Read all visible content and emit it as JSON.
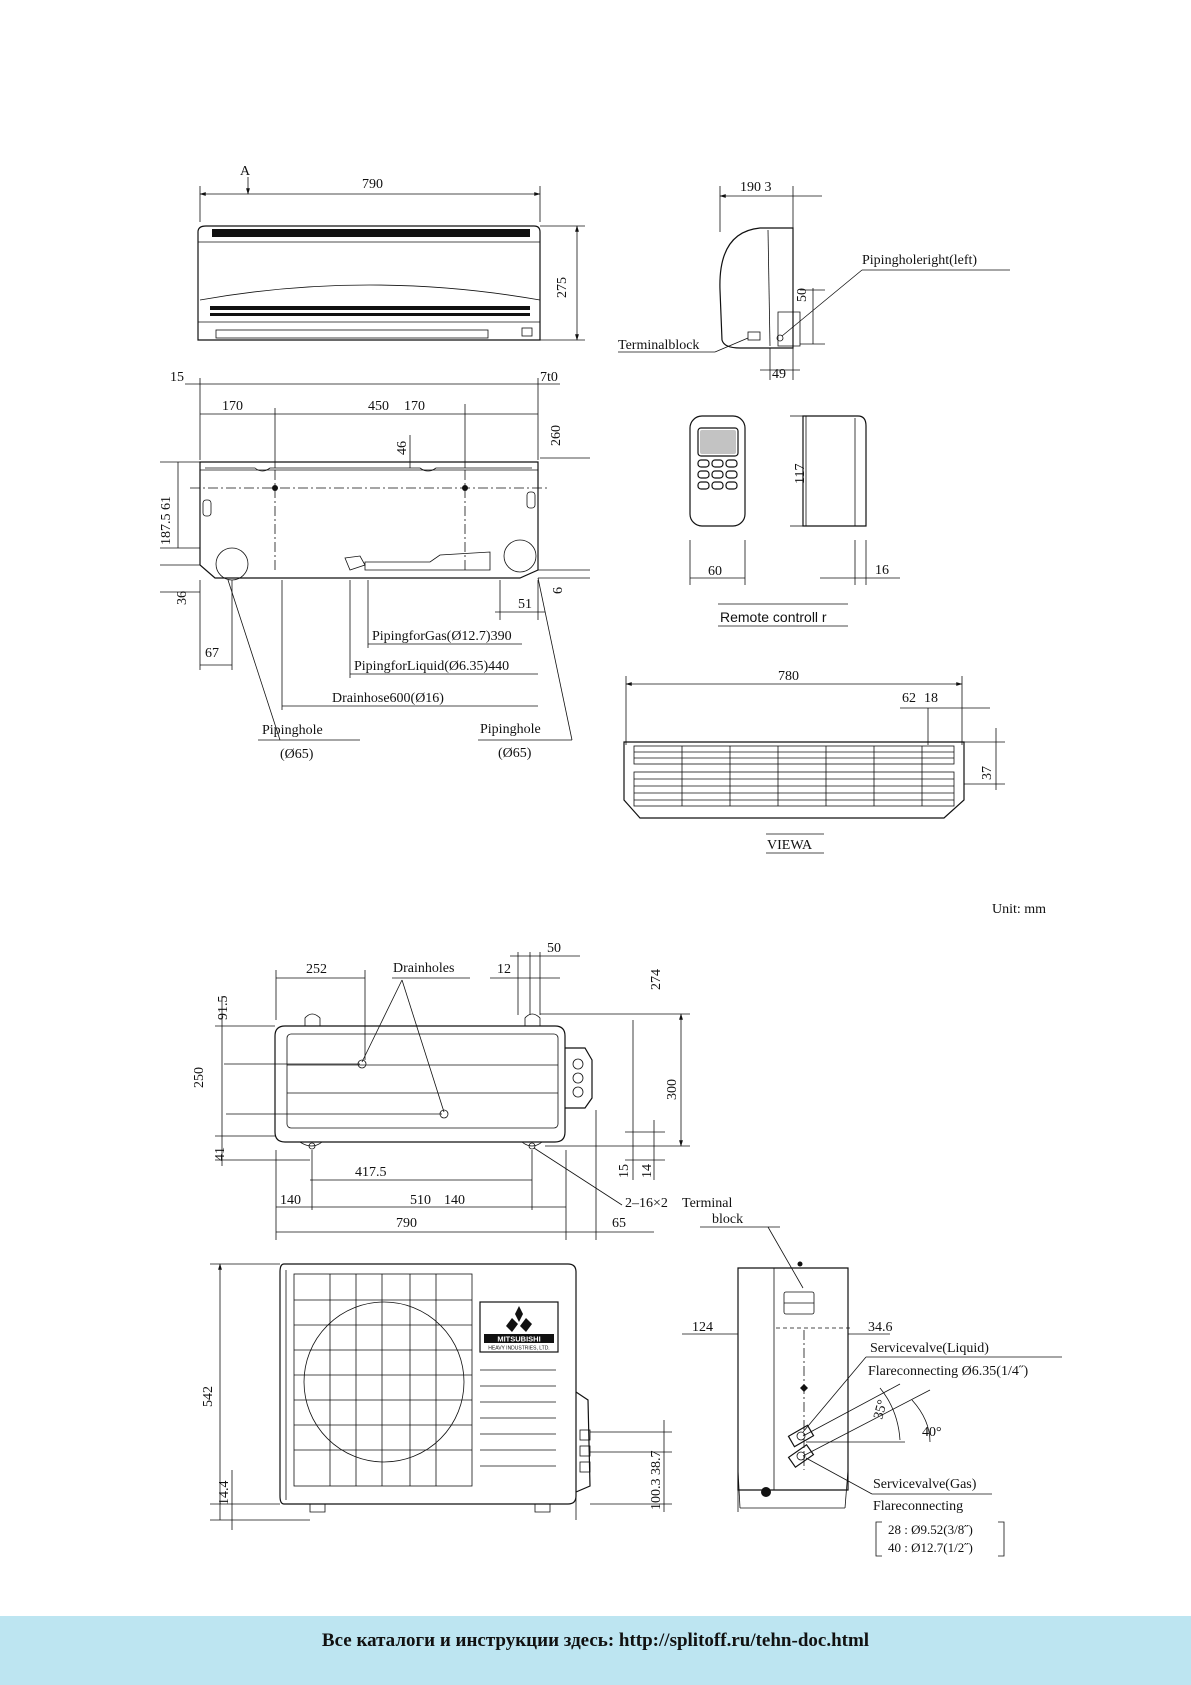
{
  "indoor": {
    "view_marker": "A",
    "front": {
      "width": "790",
      "height": "275"
    },
    "side": {
      "depth": "190 3",
      "piping_hole_label": "Pipingholeright(left)",
      "terminal_label": "Terminalblock",
      "dim_50": "50",
      "dim_49": "49"
    },
    "back": {
      "dim_15": "15",
      "dim_right": "7t0",
      "dim_170_left": "170",
      "dim_450": "450",
      "dim_170_right": "170",
      "dim_top_right": "260",
      "dim_46": "46",
      "dim_left": "187.5 61",
      "dim_36": "36",
      "dim_6": "6",
      "dim_51": "51",
      "dim_67": "67",
      "gas_pipe": "PipingforGas(Ø12.7)390",
      "liquid_pipe": "PipingforLiquid(Ø6.35)440",
      "drain_hose": "Drainhose600(Ø16)",
      "piping_hole_left": "Pipinghole",
      "piping_hole_left_dia": "(Ø65)",
      "piping_hole_right": "Pipinghole",
      "piping_hole_right_dia": "(Ø65)"
    },
    "remote": {
      "height": "117",
      "width": "60",
      "thickness": "16",
      "label": "Remote controll r"
    },
    "view_a": {
      "width": "780",
      "dim_62": "62",
      "dim_18": "18",
      "dim_37": "37",
      "label": "VIEWA"
    }
  },
  "unit_note": "Unit: mm",
  "outdoor": {
    "top": {
      "dim_252": "252",
      "drain_holes": "Drainholes",
      "dim_12": "12",
      "dim_50": "50",
      "dim_274": "274",
      "dim_91_5": "91.5",
      "dim_250": "250",
      "dim_41": "41",
      "dim_300": "300",
      "dim_15": "15",
      "dim_14": "14",
      "dim_417_5": "417.5",
      "dim_140_left": "140",
      "dim_510": "510",
      "dim_140_right": "140",
      "dim_790": "790",
      "dim_65": "65",
      "bolt_holes": "2–16×2",
      "terminal_label": "Terminal",
      "terminal_label_2": "block"
    },
    "front": {
      "height": "542",
      "dim_14_4": "14.4",
      "dim_right_stack": "100.3 38.7",
      "brand": "MITSUBISHI",
      "brand_sub": "HEAVY INDUSTRIES, LTD."
    },
    "side": {
      "dim_124": "124",
      "dim_34_6": "34.6",
      "liquid_valve": "Servicevalve(Liquid)",
      "liquid_flare": "Flareconnecting  Ø6.35(1/4˝)",
      "angle_35": "35°",
      "angle_40": "40°",
      "gas_valve": "Servicevalve(Gas)",
      "gas_flare": "Flareconnecting",
      "gas_flare_28": "28 : Ø9.52(3/8˝)",
      "gas_flare_40": "40 : Ø12.7(1/2˝)"
    }
  },
  "footer": {
    "text": "Все каталоги и инструкции здесь: http://splitoff.ru/tehn-doc.html",
    "background": "#bde5f1"
  }
}
